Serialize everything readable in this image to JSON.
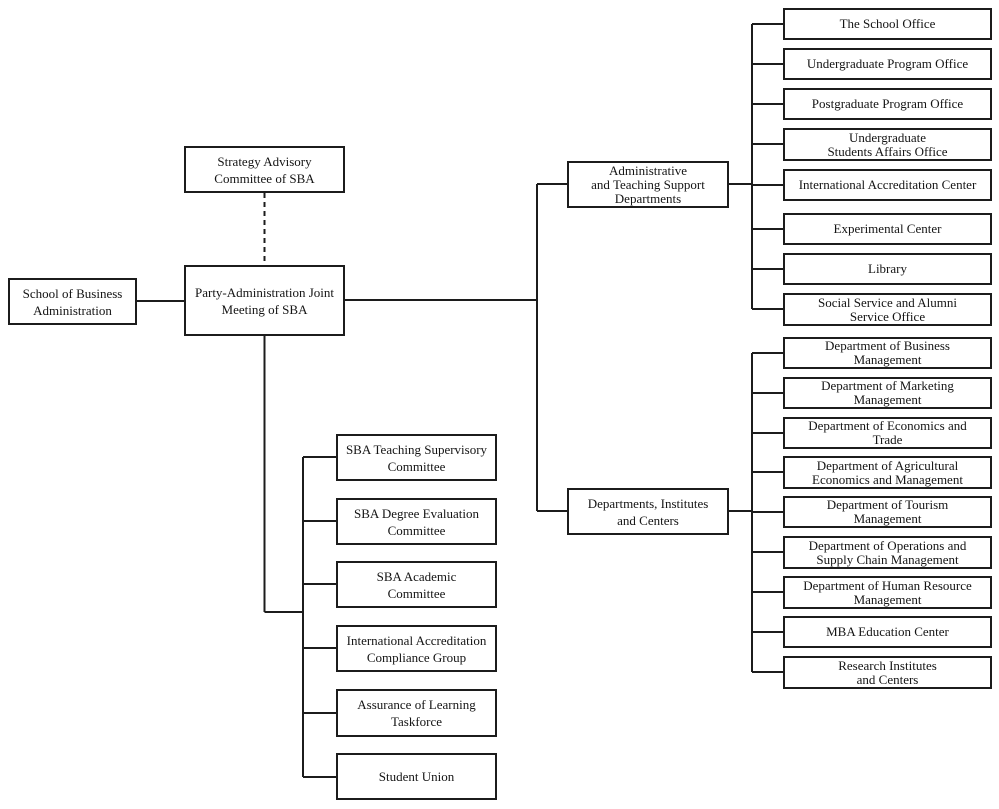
{
  "nodes": {
    "school": "School of Business\nAdministration",
    "strategy": "Strategy Advisory\nCommittee of SBA",
    "party": "Party-Administration Joint\nMeeting of SBA",
    "admin_support": "Administrative\nand Teaching Support\nDepartments",
    "departments_institutes": "Departments, Institutes\nand Centers"
  },
  "admin_offices": [
    "The School Office",
    "Undergraduate Program Office",
    "Postgraduate Program Office",
    "Undergraduate\nStudents Affairs Office",
    "International Accreditation Center",
    "Experimental Center",
    "Library",
    "Social Service and Alumni\nService Office"
  ],
  "departments": [
    "Department of Business\nManagement",
    "Department of Marketing\nManagement",
    "Department of Economics and\nTrade",
    "Department of Agricultural\nEconomics and Management",
    "Department of Tourism\nManagement",
    "Department of Operations and\nSupply Chain Management",
    "Department of Human Resource\nManagement",
    "MBA Education Center",
    "Research Institutes\nand Centers"
  ],
  "committees": [
    "SBA Teaching Supervisory\nCommittee",
    "SBA Degree Evaluation\nCommittee",
    "SBA Academic\nCommittee",
    "International Accreditation\nCompliance Group",
    "Assurance of Learning\nTaskforce",
    "Student Union"
  ],
  "colors": {
    "line": "#1c1c1c",
    "text": "#141414",
    "box_background": "#ffffff",
    "page_background": "#ffffff"
  }
}
